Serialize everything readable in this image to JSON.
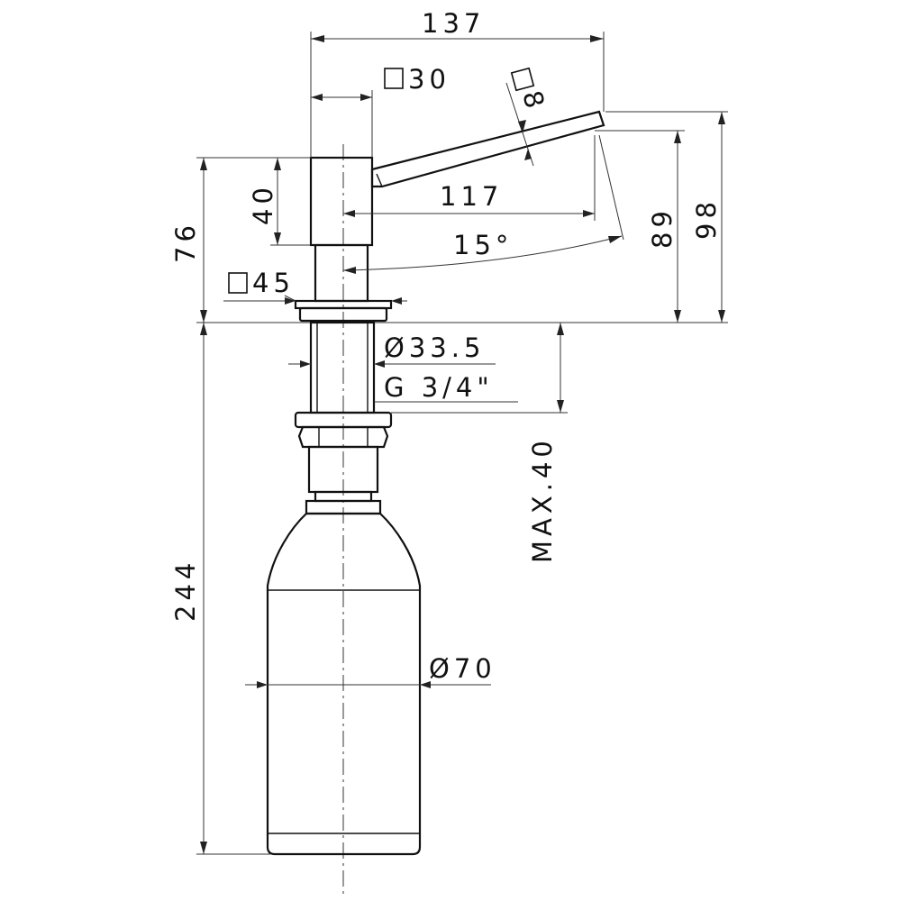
{
  "dimensions": {
    "overall_width": "137",
    "stem_square": "30",
    "lever_square": "8",
    "head_height": "40",
    "overall_height_above_counter": "76",
    "lever_reach": "117",
    "lever_angle": "15°",
    "height_89": "89",
    "height_98": "98",
    "flange_square": "45",
    "thread_diameter": "Ø33.5",
    "thread_spec": "G 3/4\"",
    "max_counter_thickness": "MAX.40",
    "depth_below_counter": "244",
    "bottle_diameter": "Ø70"
  }
}
